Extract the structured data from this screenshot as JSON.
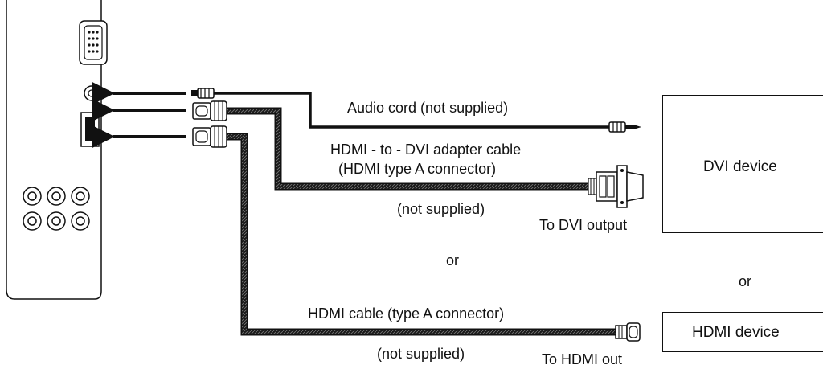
{
  "labels": {
    "audio_cord": "Audio cord (not supplied)",
    "adapter_line1": "HDMI - to - DVI adapter cable",
    "adapter_line2": "(HDMI type A connector)",
    "adapter_not_supplied": "(not supplied)",
    "to_dvi_output": "To DVI output",
    "or_middle": "or",
    "or_right": "or",
    "hdmi_cable": "HDMI cable (type A connector)",
    "hdmi_not_supplied": "(not supplied)",
    "to_hdmi_out": "To HDMI out"
  },
  "devices": {
    "dvi": "DVI device",
    "hdmi": "HDMI device"
  },
  "colors": {
    "line": "#111111",
    "cable": "#2a2a2a"
  }
}
